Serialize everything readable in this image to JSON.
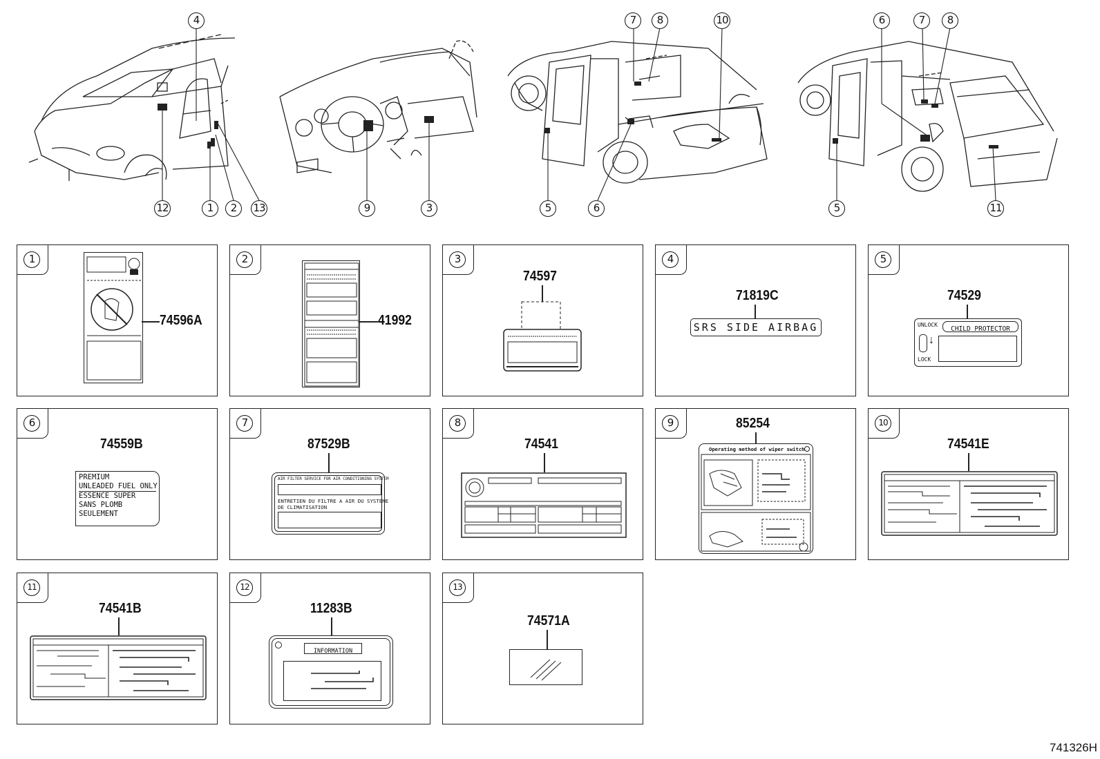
{
  "views": [
    {
      "callouts": [
        "4",
        "12",
        "1",
        "2",
        "13"
      ]
    },
    {
      "callouts": [
        "9",
        "3"
      ]
    },
    {
      "callouts": [
        "7",
        "8",
        "10",
        "5",
        "6"
      ]
    },
    {
      "callouts": [
        "6",
        "7",
        "8",
        "5",
        "11"
      ]
    }
  ],
  "panels": [
    {
      "index": "1",
      "part_number": "74596A"
    },
    {
      "index": "2",
      "part_number": "41992"
    },
    {
      "index": "3",
      "part_number": "74597"
    },
    {
      "index": "4",
      "part_number": "71819C",
      "label_text": "SRS SIDE AIRBAG"
    },
    {
      "index": "5",
      "part_number": "74529",
      "label_text": "CHILD PROTECTOR",
      "unlock": "UNLOCK",
      "lock": "LOCK"
    },
    {
      "index": "6",
      "part_number": "74559B",
      "lines": [
        "PREMIUM",
        "UNLEADED FUEL ONLY",
        "ESSENCE SUPER",
        "SANS PLOMB",
        "SEULEMENT"
      ]
    },
    {
      "index": "7",
      "part_number": "87529B",
      "line1": "AIR FILTER SERVICE FOR AIR CONDITIONING SYSTEM",
      "line2": "ENTRETIEN DU FILTRE A AIR DU SYSTEME",
      "line3": "DE CLIMATISATION"
    },
    {
      "index": "8",
      "part_number": "74541"
    },
    {
      "index": "9",
      "part_number": "85254",
      "title": "Operating method of wiper switch"
    },
    {
      "index": "10",
      "part_number": "74541E"
    },
    {
      "index": "11",
      "part_number": "74541B"
    },
    {
      "index": "12",
      "part_number": "11283B",
      "label_text": "INFORMATION"
    },
    {
      "index": "13",
      "part_number": "74571A"
    }
  ],
  "diagram_ref": "741326H"
}
